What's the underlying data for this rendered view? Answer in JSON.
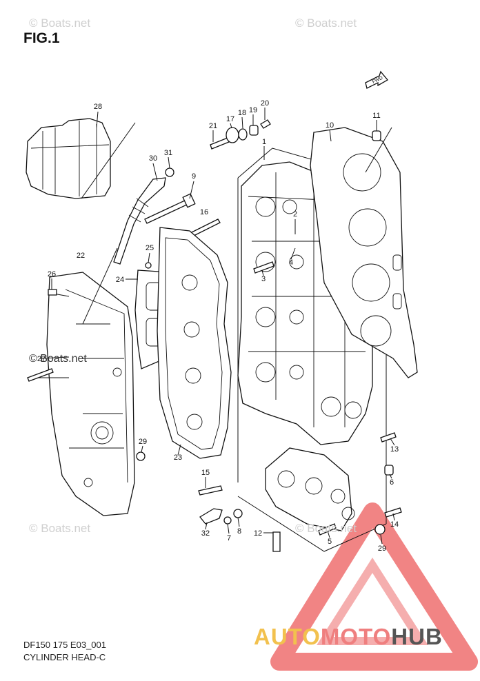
{
  "figure": {
    "title": "FIG.1",
    "code": "DF150 175 E03_001",
    "caption": "CYLINDER HEAD-C"
  },
  "watermarks": {
    "text": "© Boats.net",
    "brand_parts": [
      "AUTO",
      "MOTO",
      "HUB"
    ],
    "brand_colors": {
      "auto": "#f2c14e",
      "moto": "#ef7f7f",
      "hub": "#555555",
      "triangle": "#ef6f6f"
    }
  },
  "fwd_label": "FWD",
  "callouts": [
    "28",
    "31",
    "30",
    "9",
    "16",
    "25",
    "24",
    "22",
    "26",
    "27",
    "29",
    "23",
    "15",
    "32",
    "7",
    "8",
    "12",
    "5",
    "29",
    "14",
    "6",
    "13",
    "1",
    "2",
    "3",
    "4",
    "17",
    "18",
    "19",
    "20",
    "21",
    "10",
    "11"
  ]
}
